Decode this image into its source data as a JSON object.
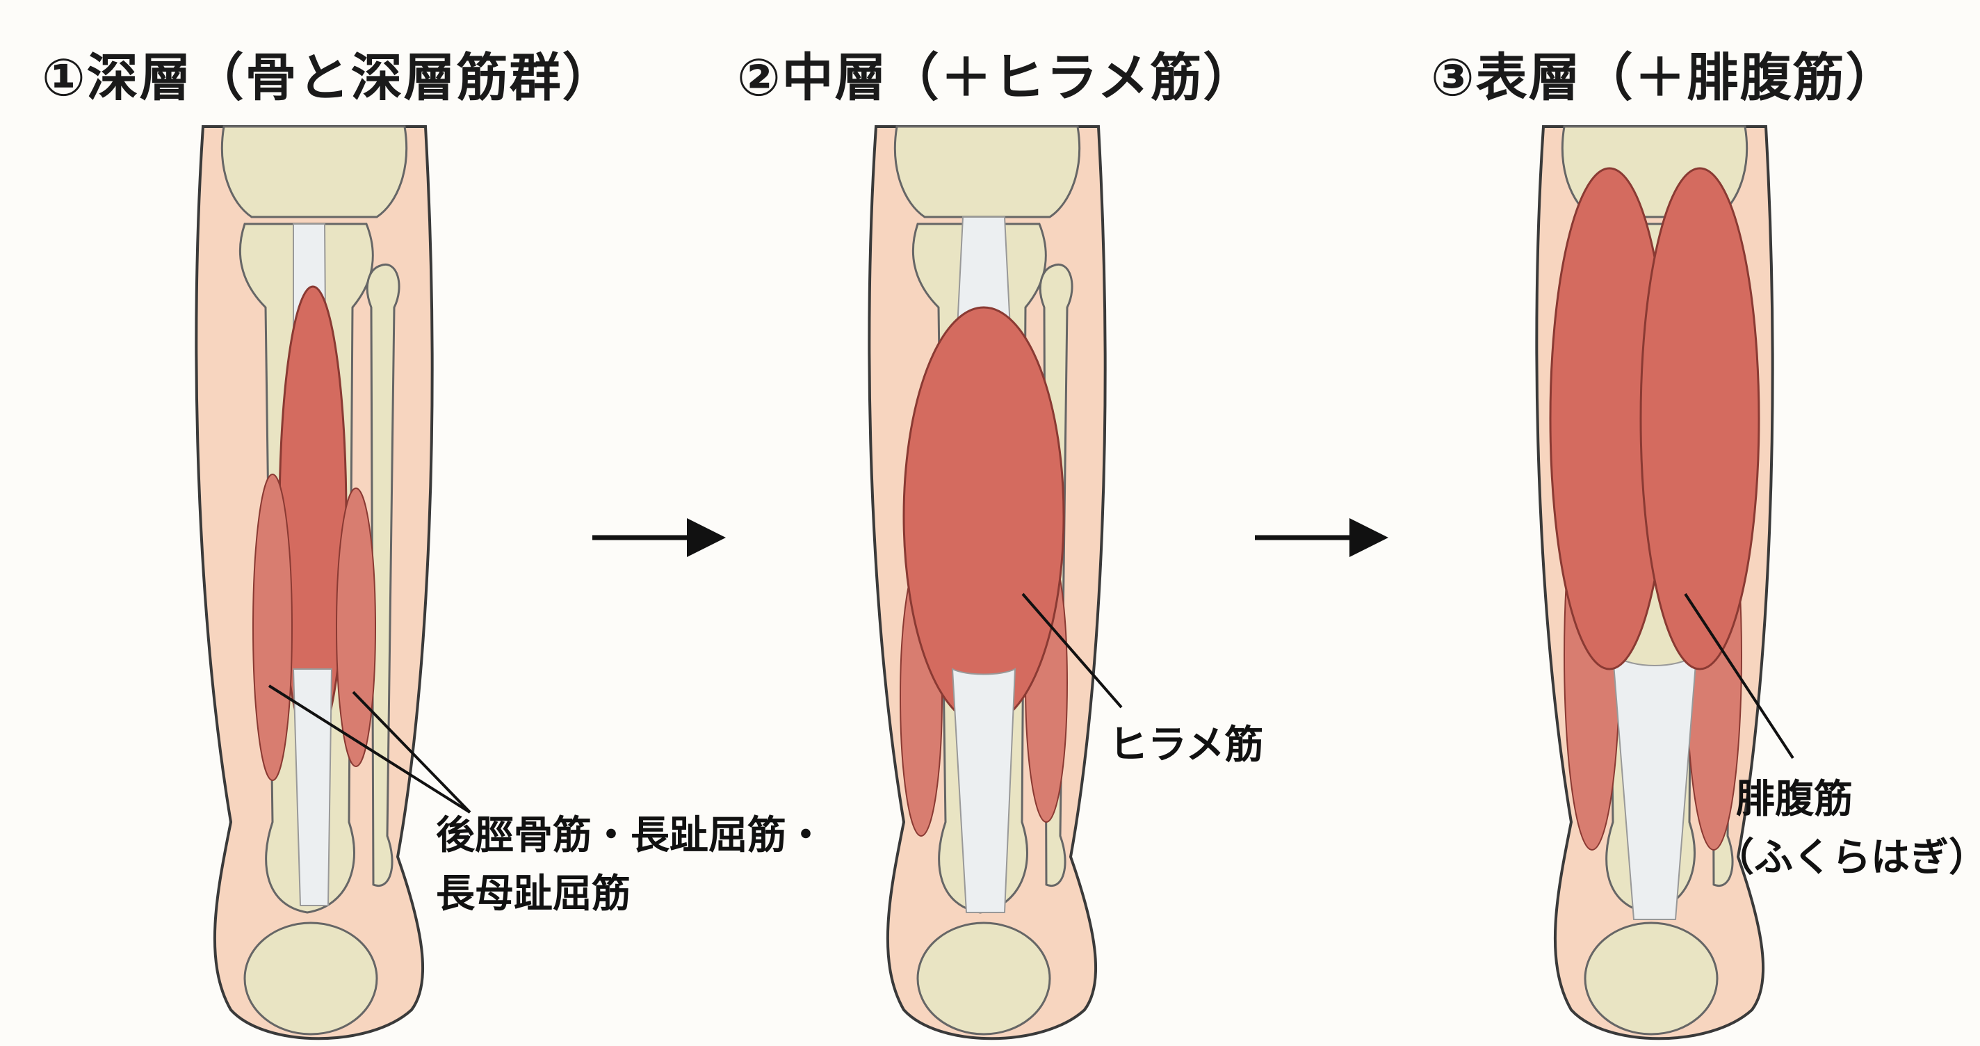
{
  "panels": [
    {
      "title": "①深層（骨と深層筋群）",
      "label_lines": [
        "後脛骨筋・長趾屈筋・",
        "長母趾屈筋"
      ]
    },
    {
      "title": "②中層（＋ヒラメ筋）",
      "label_lines": [
        "ヒラメ筋"
      ]
    },
    {
      "title": "③表層（＋腓腹筋）",
      "label_lines": [
        "腓腹筋",
        "（ふくらはぎ）"
      ]
    }
  ],
  "colors": {
    "skin": "#f7d5bf",
    "bone": "#e9e4c3",
    "muscle": "#d46b5f",
    "tendon": "#e8ecef",
    "outline": "#3a3a3a"
  }
}
